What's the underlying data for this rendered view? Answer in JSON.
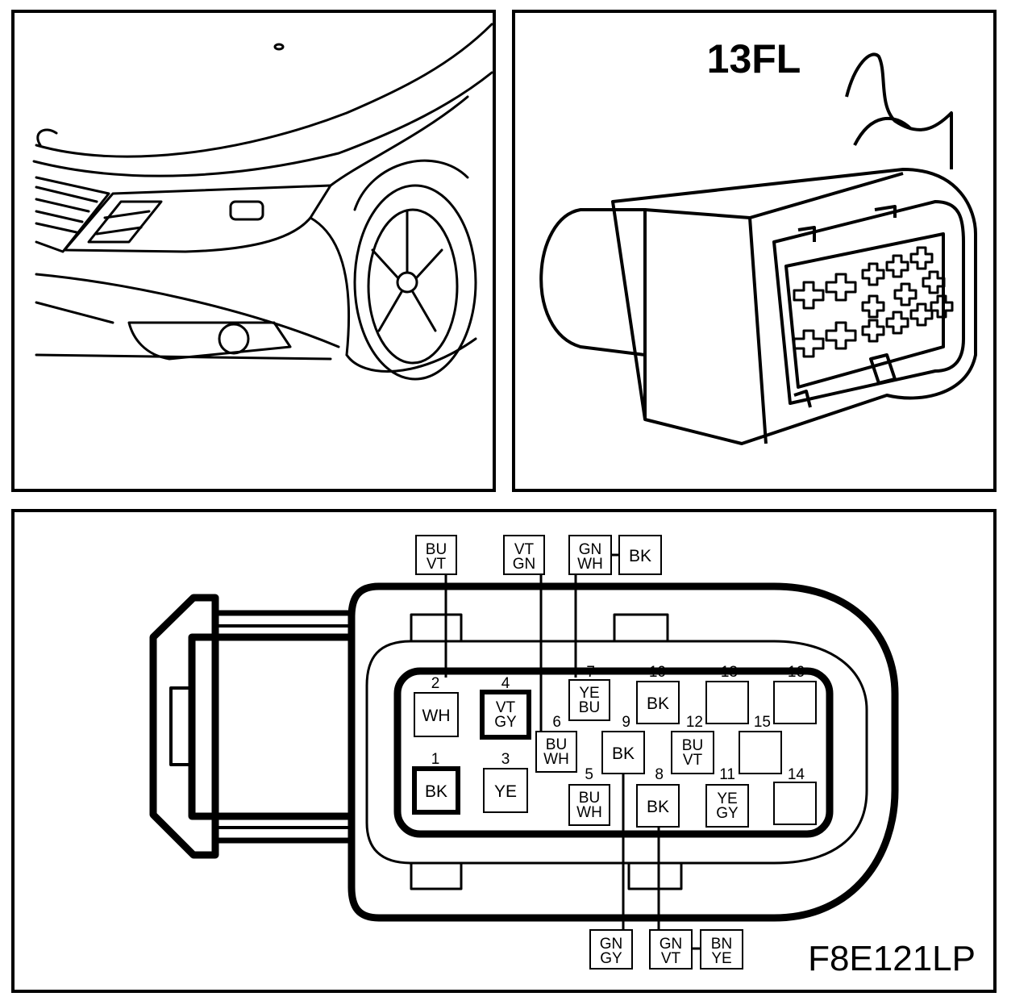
{
  "connector_photo": {
    "title": "13FL"
  },
  "figure_code": "F8E121LP",
  "pins": [
    {
      "num": "1",
      "color": "BK"
    },
    {
      "num": "2",
      "color": "WH"
    },
    {
      "num": "3",
      "color": "YE"
    },
    {
      "num": "4",
      "color": "VT GY"
    },
    {
      "num": "5",
      "color": "BU WH"
    },
    {
      "num": "6",
      "color": "BU WH"
    },
    {
      "num": "7",
      "color": "YE BU"
    },
    {
      "num": "8",
      "color": "BK"
    },
    {
      "num": "9",
      "color": "BK"
    },
    {
      "num": "10",
      "color": "BK"
    },
    {
      "num": "11",
      "color": "YE GY"
    },
    {
      "num": "12",
      "color": "BU VT"
    },
    {
      "num": "13",
      "color": ""
    },
    {
      "num": "14",
      "color": ""
    },
    {
      "num": "15",
      "color": ""
    },
    {
      "num": "16",
      "color": ""
    }
  ],
  "external_wires": {
    "top_pin2": "BU VT",
    "top_pin6": "VT GN",
    "top_pin7": "GN WH",
    "top_pin7_splice": "BK",
    "bottom_pin9": "GN GY",
    "bottom_pin8": "GN VT",
    "bottom_pin8_splice": "BN YE"
  }
}
